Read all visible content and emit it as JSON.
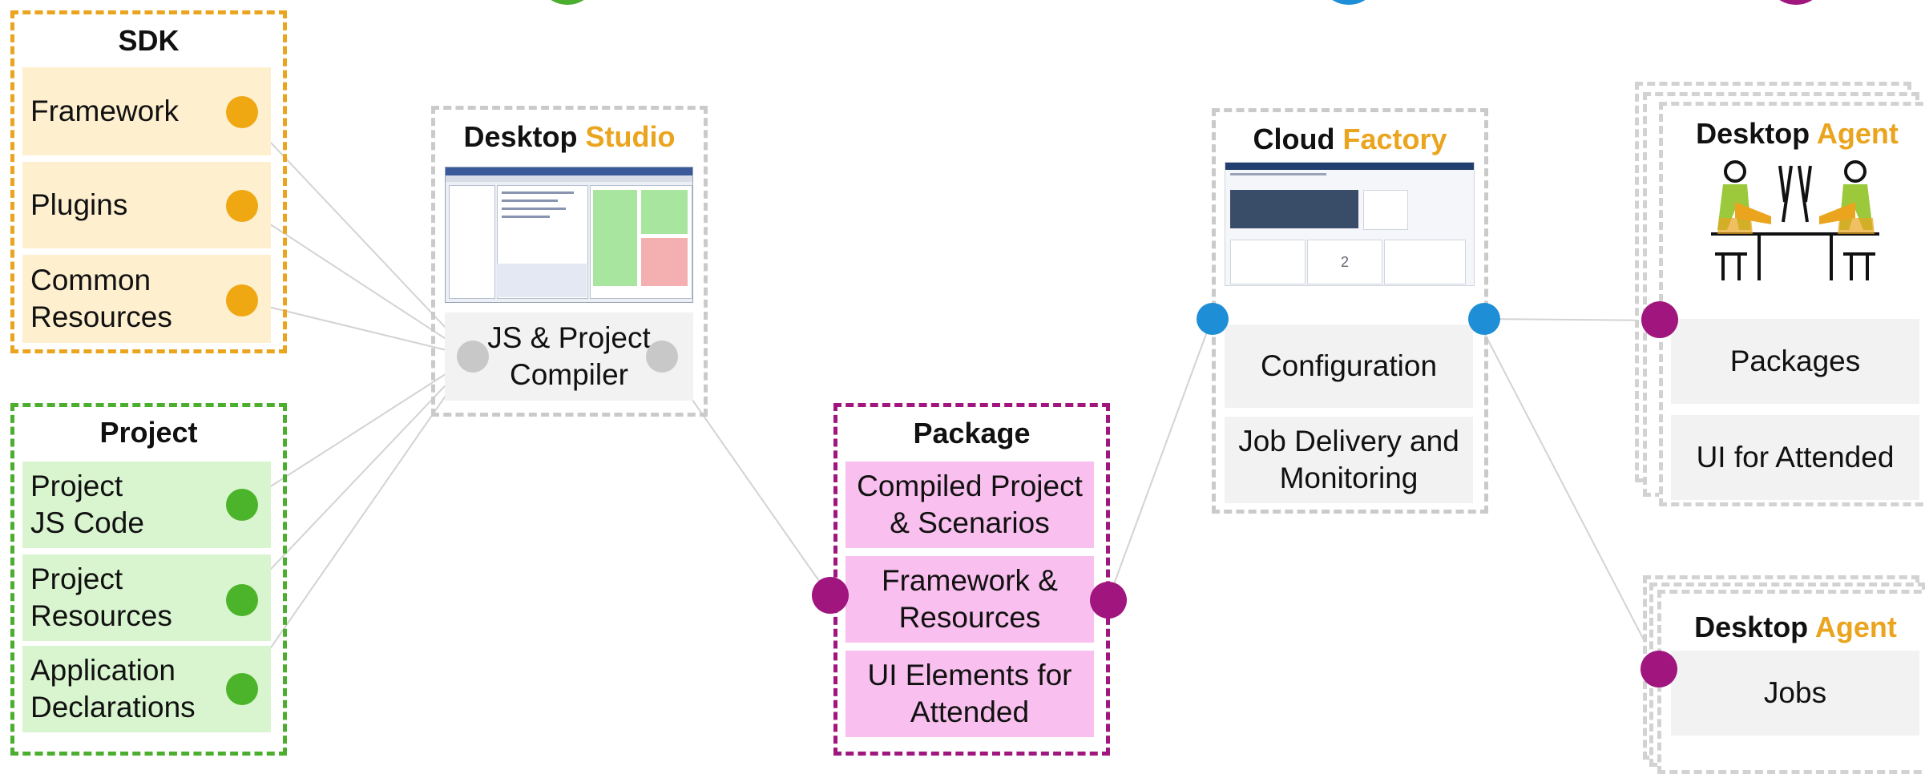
{
  "colors": {
    "orange": "#EAA41E",
    "green": "#4BAE2E",
    "purple": "#A0157E",
    "blue": "#1E8FD6",
    "gray_dot": "#C8C8C8",
    "connector": "#D0D0D0"
  },
  "sdk": {
    "title": "SDK",
    "items": [
      "Framework",
      "Plugins",
      "Common\nResources"
    ]
  },
  "project": {
    "title": "Project",
    "items": [
      "Project\nJS Code",
      "Project\nResources",
      "Application\nDeclarations"
    ]
  },
  "studio": {
    "title_plain": "Desktop",
    "title_accent": "Studio",
    "screenshot_icon": "ide-window-screenshot",
    "compiler_label": "JS & Project\nCompiler"
  },
  "package": {
    "title": "Package",
    "items": [
      "Compiled Project\n& Scenarios",
      "Framework &\nResources",
      "UI Elements for\nAttended"
    ]
  },
  "factory": {
    "title_plain": "Cloud",
    "title_accent": "Factory",
    "screenshot_icon": "cloud-factory-dashboard-screenshot",
    "dashboard_count": "2",
    "items": [
      "Configuration",
      "Job Delivery and\nMonitoring"
    ]
  },
  "agent_attended": {
    "title_plain": "Desktop",
    "title_accent": "Agent",
    "illustration_icon": "two-people-at-desk-icon",
    "items": [
      "Packages",
      "UI for Attended"
    ]
  },
  "agent_unattended": {
    "title_plain": "Desktop",
    "title_accent": "Agent",
    "items": [
      "Jobs"
    ]
  }
}
